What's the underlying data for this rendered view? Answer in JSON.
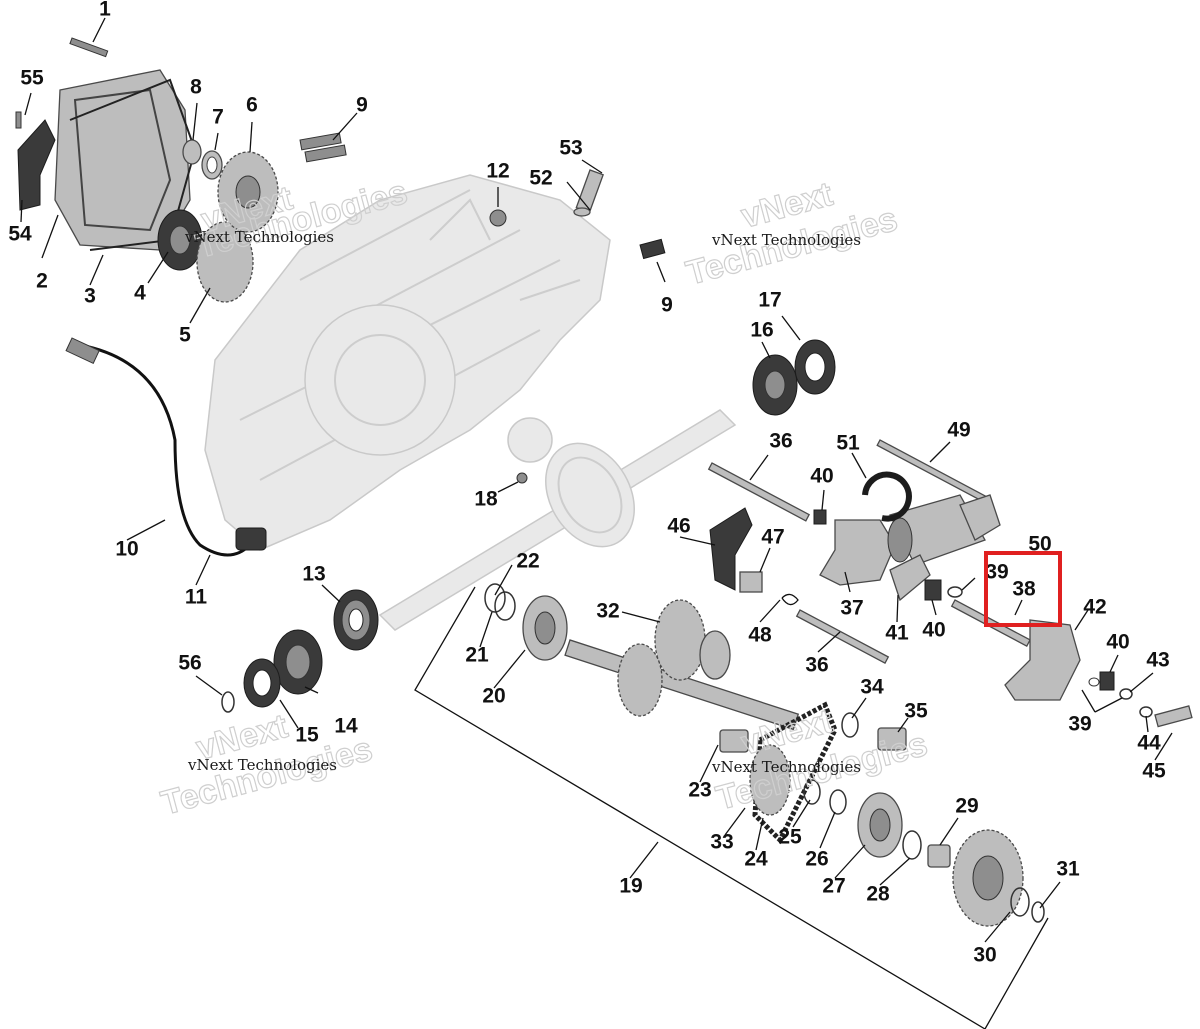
{
  "labels": {
    "l1": "1",
    "l2": "2",
    "l3": "3",
    "l4": "4",
    "l5": "5",
    "l6": "6",
    "l7": "7",
    "l8": "8",
    "l9a": "9",
    "l9b": "9",
    "l10": "10",
    "l11": "11",
    "l12": "12",
    "l13": "13",
    "l14": "14",
    "l15": "15",
    "l16": "16",
    "l17": "17",
    "l18": "18",
    "l19": "19",
    "l20": "20",
    "l21": "21",
    "l22": "22",
    "l23": "23",
    "l24": "24",
    "l25": "25",
    "l26": "26",
    "l27": "27",
    "l28": "28",
    "l29": "29",
    "l30": "30",
    "l31": "31",
    "l32": "32",
    "l33": "33",
    "l34": "34",
    "l35": "35",
    "l36a": "36",
    "l36b": "36",
    "l37": "37",
    "l38": "38",
    "l39a": "39",
    "l39b": "39",
    "l40a": "40",
    "l40b": "40",
    "l40c": "40",
    "l41": "41",
    "l42": "42",
    "l43": "43",
    "l44": "44",
    "l45": "45",
    "l46": "46",
    "l47": "47",
    "l48": "48",
    "l49": "49",
    "l50": "50",
    "l51": "51",
    "l52": "52",
    "l53": "53",
    "l54": "54",
    "l55": "55",
    "l56": "56"
  },
  "watermark": {
    "line1": "vNext Technologies",
    "line2a": "vNext",
    "line2b": "Technologies"
  },
  "highlight": {
    "color": "#e02020",
    "target": "38"
  }
}
